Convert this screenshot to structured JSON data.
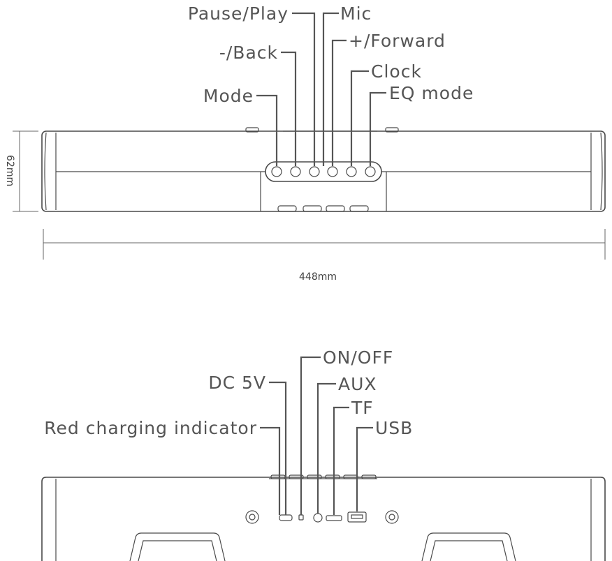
{
  "front_view": {
    "labels": {
      "pause_play": "Pause/Play",
      "mic": "Mic",
      "back": "-/Back",
      "forward": "+/Forward",
      "clock": "Clock",
      "mode": "Mode",
      "eq_mode": "EQ mode"
    },
    "dimensions": {
      "height": "62mm",
      "width": "448mm"
    }
  },
  "back_view": {
    "labels": {
      "on_off": "ON/OFF",
      "dc_5v": "DC 5V",
      "aux": "AUX",
      "tf": "TF",
      "red_charging_indicator": "Red charging indicator",
      "usb": "USB"
    }
  },
  "colors": {
    "line": "#4a4a4a",
    "label": "#555555"
  }
}
